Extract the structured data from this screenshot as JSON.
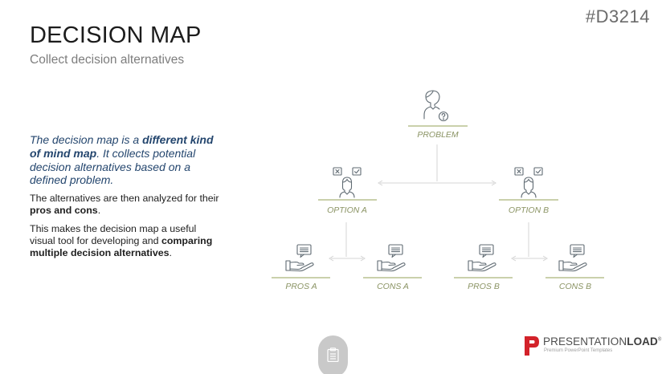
{
  "slide_code": "#D3214",
  "title": "DECISION MAP",
  "subtitle": "Collect decision alternatives",
  "text": {
    "intro_1": "The decision map is a ",
    "intro_bold_1": "different kind of mind map",
    "intro_2": ". It collects potential decision alternatives based on a defined problem.",
    "para1_1": "The alternatives are then analyzed for their ",
    "para1_bold": "pros and cons",
    "para1_2": ".",
    "para2_1": "This makes the decision map a useful visual tool for developing and ",
    "para2_bold": "comparing multiple decision alternatives",
    "para2_2": "."
  },
  "nodes": {
    "problem": "PROBLEM",
    "option_a": "OPTION A",
    "option_b": "OPTION B",
    "pros_a": "PROS A",
    "cons_a": "CONS A",
    "pros_b": "PROS B",
    "cons_b": "CONS B"
  },
  "icons": {
    "problem": "person-question-icon",
    "option": "person-choice-icon",
    "pros_cons": "hand-message-icon",
    "fab": "clipboard-icon"
  },
  "logo": {
    "word_light": "PRESENTATION",
    "word_bold": "LOAD",
    "reg": "®",
    "tagline": "Premium PowerPoint Templates"
  },
  "colors": {
    "accent_line": "#b9c08f",
    "label": "#8a9363",
    "icon": "#5f6a72",
    "connector": "#d4d4d4",
    "intro_text": "#24466e",
    "logo_red": "#d3222a"
  }
}
